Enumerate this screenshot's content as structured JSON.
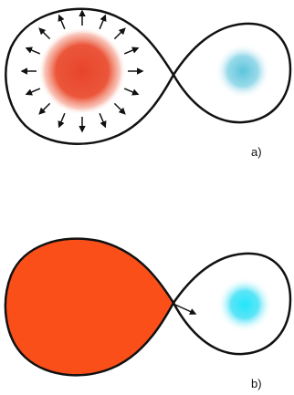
{
  "panels": [
    {
      "id": "a",
      "label": "a)"
    },
    {
      "id": "b",
      "label": "b)"
    }
  ],
  "colors": {
    "outline": "#111111",
    "hot_glow": "#e8452a",
    "hot_fill": "#fb4f1a",
    "cold_glow": "#5cc4dd",
    "cold_glow_b": "#2ee0f5",
    "arrow": "#111111"
  },
  "arrow_count_panel_a": 16,
  "arrow_count_panel_b": 1
}
